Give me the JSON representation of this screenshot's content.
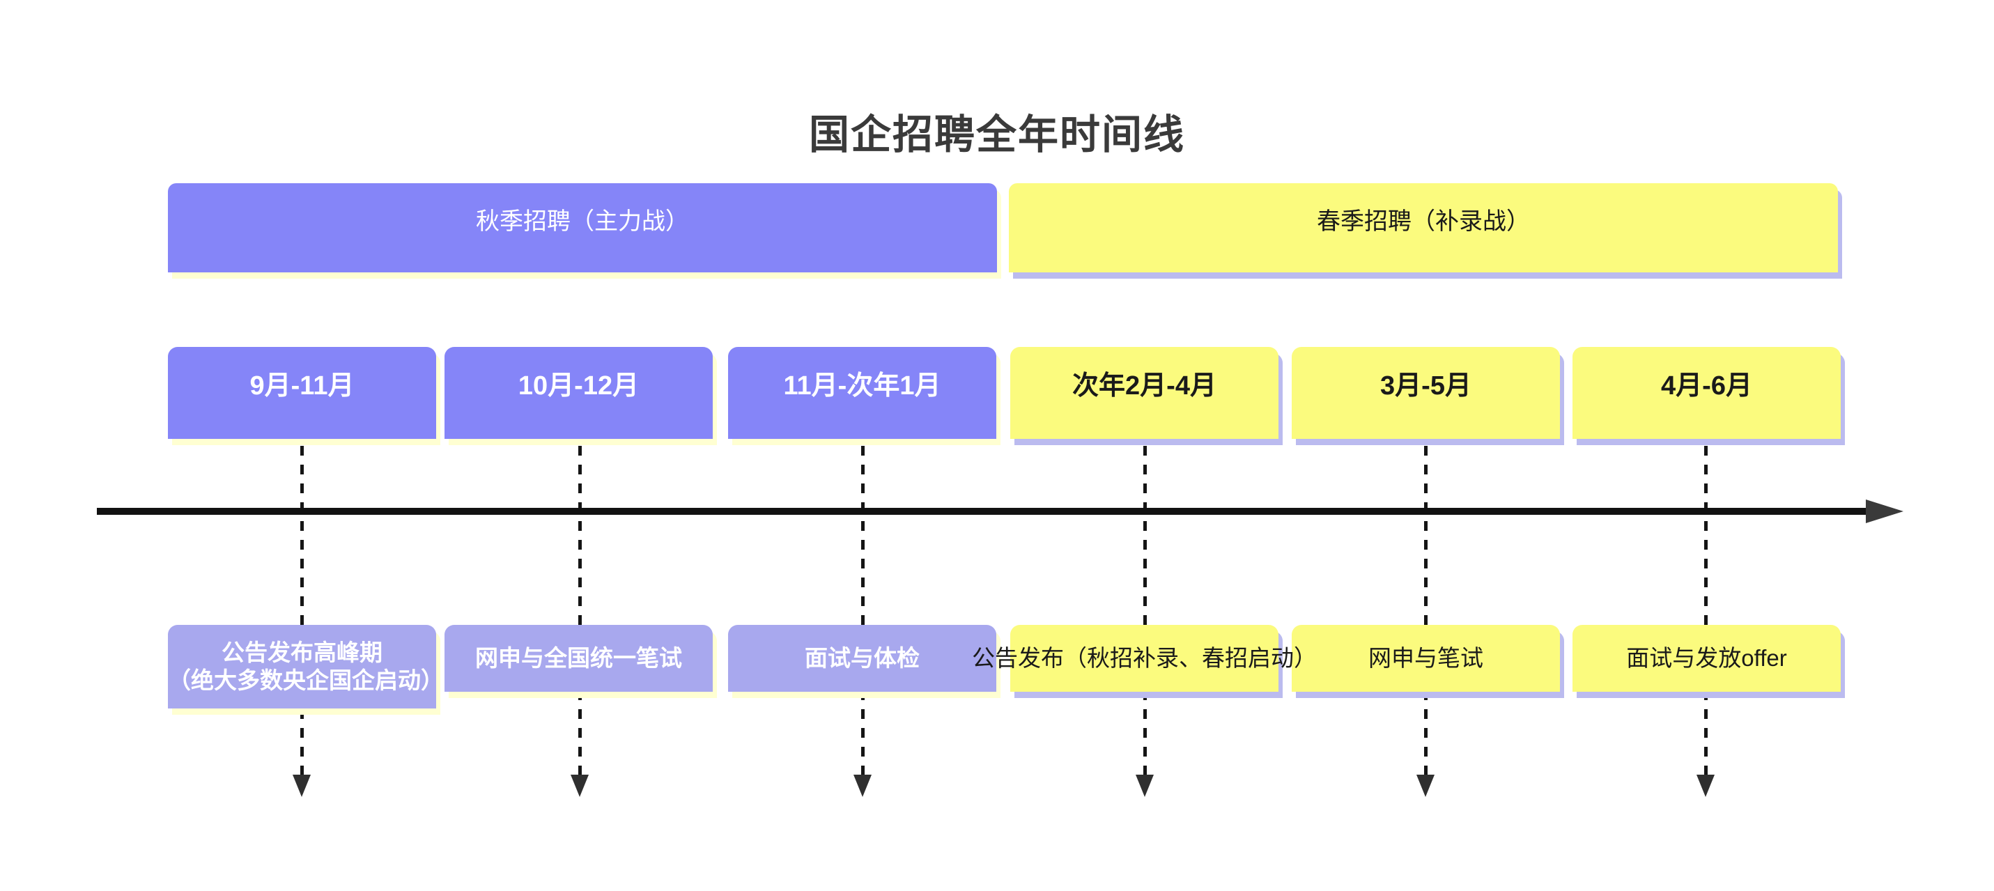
{
  "title": "国企招聘全年时间线",
  "colors": {
    "purple": "#8585f8",
    "purple_light": "#a8a8ee",
    "yellow": "#fbfb7e",
    "shadow_pale_yellow": "#ffffd2",
    "shadow_lavender": "#bbbbef",
    "timeline_black": "#121212",
    "title_text": "#3a3a3a"
  },
  "phases": [
    {
      "label": "秋季招聘（主力战）",
      "theme": "purple"
    },
    {
      "label": "春季招聘（补录战）",
      "theme": "yellow"
    }
  ],
  "columns": [
    {
      "period": "9月-11月",
      "activity": "公告发布高峰期\n（绝大多数央企国企启动）",
      "phase": "秋季招聘",
      "theme": "purple"
    },
    {
      "period": "10月-12月",
      "activity": "网申与全国统一笔试",
      "phase": "秋季招聘",
      "theme": "purple"
    },
    {
      "period": "11月-次年1月",
      "activity": "面试与体检",
      "phase": "秋季招聘",
      "theme": "purple"
    },
    {
      "period": "次年2月-4月",
      "activity": "公告发布（秋招补录、春招启动）",
      "phase": "春季招聘",
      "theme": "yellow"
    },
    {
      "period": "3月-5月",
      "activity": "网申与笔试",
      "phase": "春季招聘",
      "theme": "yellow"
    },
    {
      "period": "4月-6月",
      "activity": "面试与发放offer",
      "phase": "春季招聘",
      "theme": "yellow"
    }
  ]
}
